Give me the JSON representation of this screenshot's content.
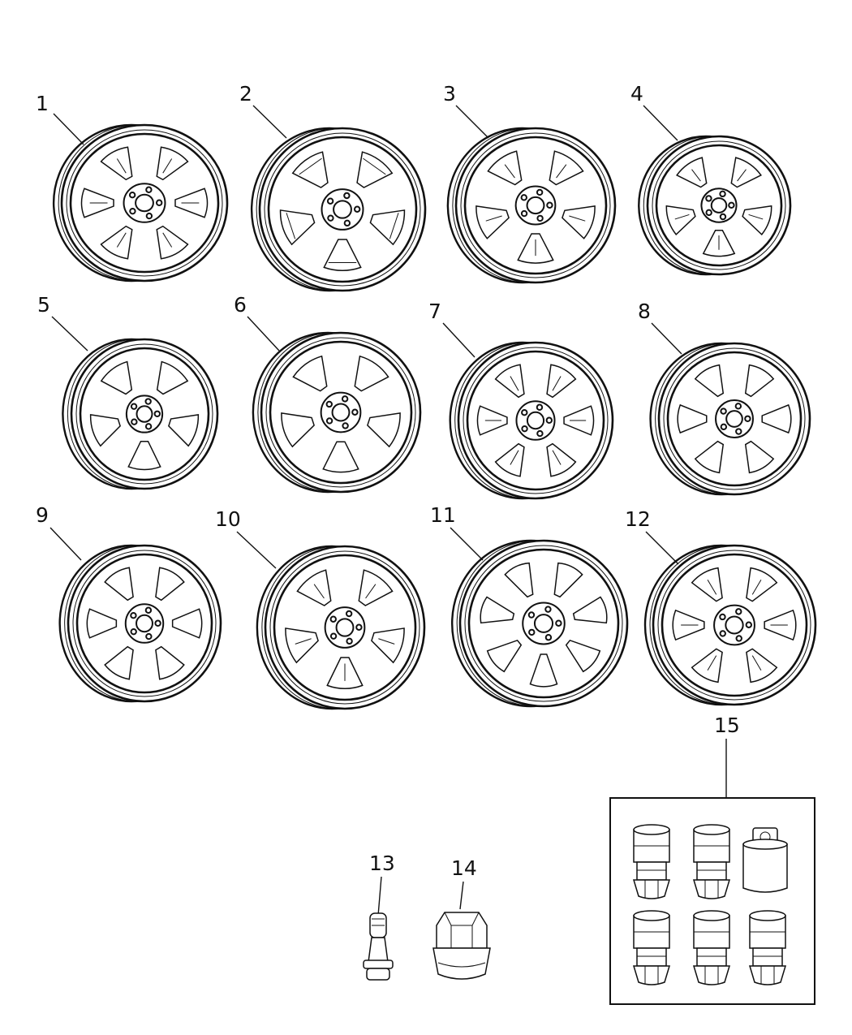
{
  "diagram": {
    "wheels": [
      {
        "callout": "1",
        "spokes": 6,
        "style": "split"
      },
      {
        "callout": "2",
        "spokes": 5,
        "style": "steel"
      },
      {
        "callout": "3",
        "spokes": 5,
        "style": "twin"
      },
      {
        "callout": "4",
        "spokes": 5,
        "style": "y"
      },
      {
        "callout": "5",
        "spokes": 5,
        "style": "pocket"
      },
      {
        "callout": "6",
        "spokes": 5,
        "style": "pocket"
      },
      {
        "callout": "7",
        "spokes": 6,
        "style": "twin"
      },
      {
        "callout": "8",
        "spokes": 6,
        "style": "pocket"
      },
      {
        "callout": "9",
        "spokes": 6,
        "style": "pocket"
      },
      {
        "callout": "10",
        "spokes": 5,
        "style": "twin"
      },
      {
        "callout": "11",
        "spokes": 7,
        "style": "pocket"
      },
      {
        "callout": "12",
        "spokes": 6,
        "style": "y"
      }
    ],
    "parts": [
      {
        "callout": "13",
        "part": "valve-stem"
      },
      {
        "callout": "14",
        "part": "lug-nut"
      },
      {
        "callout": "15",
        "part": "wheel-lock-kit"
      }
    ]
  }
}
